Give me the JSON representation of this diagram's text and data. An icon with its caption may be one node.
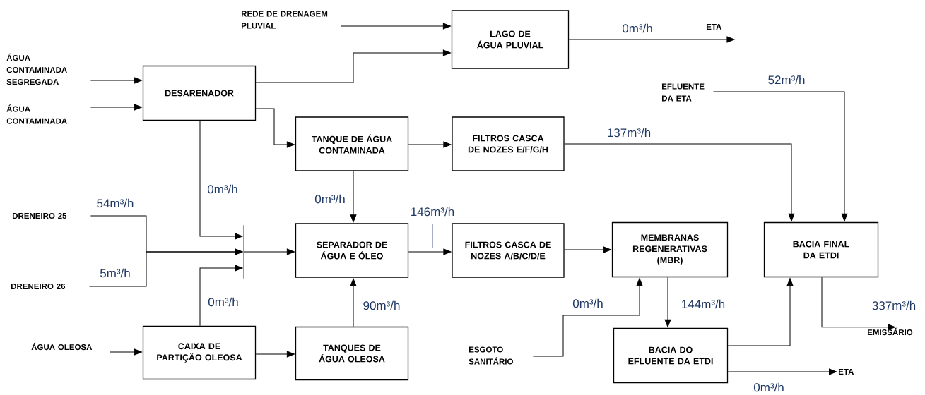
{
  "diagram": {
    "nodes": [
      {
        "text": [
          "LAGO DE ÁGUA PLUVIAL"
        ]
      },
      {
        "text": [
          "DESARENADOR"
        ]
      },
      {
        "text": [
          "TANQUE DE ÁGUA CONTAMINADA"
        ]
      },
      {
        "text": [
          "FILTROS CASCA DE NOZES E/F/G/H"
        ]
      },
      {
        "text": [
          "SEPARADOR DE ÁGUA E ÓLEO"
        ]
      },
      {
        "text": [
          "FILTROS CASCA DE NOZES A/B/C/D/E"
        ]
      },
      {
        "text": [
          "MEMBRANAS REGENERATIVAS (MBR)"
        ]
      },
      {
        "text": [
          "BACIA FINAL DA ETDI"
        ]
      },
      {
        "text": [
          "CAIXA DE PARTIÇÃO OLEOSA"
        ]
      },
      {
        "text": [
          "TANQUES DE ÁGUA OLEOSA"
        ]
      },
      {
        "text": [
          "BACIA DO EFLUENTE DA ETDI"
        ]
      },
      {
        "text": [
          "REDE DE DRENAGEM PLUVIAL"
        ]
      },
      {
        "text": [
          "ÁGUA CONTAMINADA SEGREGADA"
        ]
      },
      {
        "text": [
          "ÁGUA CONTAMINADA"
        ]
      },
      {
        "text": [
          "ETA"
        ]
      },
      {
        "text": [
          "EFLUENTE DA ETA"
        ]
      },
      {
        "text": [
          "DRENEIRO 25"
        ]
      },
      {
        "text": [
          "DRENEIRO 26"
        ]
      },
      {
        "text": [
          "ÁGUA OLEOSA"
        ]
      },
      {
        "text": [
          "ESGOTO SANITÁRIO"
        ]
      },
      {
        "text": [
          "EMISSÁRIO"
        ]
      },
      {
        "text": [
          "ETA"
        ]
      },
      {
        "text": [],
        "shape": "bar"
      }
    ],
    "edges": [
      {
        "from": 11,
        "to": 0,
        "arrow": "to"
      },
      {
        "from": 1,
        "to": 0,
        "arrow": "to"
      },
      {
        "from": 12,
        "to": 1,
        "arrow": "to"
      },
      {
        "from": 13,
        "to": 1,
        "arrow": "to"
      },
      {
        "from": 1,
        "to": 2,
        "arrow": "to"
      },
      {
        "from": 2,
        "to": 3,
        "arrow": "to"
      },
      {
        "from": 3,
        "to": 7,
        "arrow": "to",
        "label": "137m³/h"
      },
      {
        "from": 15,
        "to": 7,
        "arrow": "to",
        "label": "52m³/h"
      },
      {
        "from": 0,
        "to": 14,
        "arrow": "to",
        "label": "0m³/h"
      },
      {
        "from": 1,
        "to": 22,
        "arrow": "to",
        "label": "0m³/h"
      },
      {
        "from": 16,
        "to": 22,
        "arrow": "to",
        "label": "54m³/h"
      },
      {
        "from": 17,
        "to": 22,
        "arrow": "to",
        "label": "5m³/h"
      },
      {
        "from": 8,
        "to": 22,
        "arrow": "to",
        "label": "0m³/h"
      },
      {
        "from": 22,
        "to": 4,
        "arrow": "to"
      },
      {
        "from": 2,
        "to": 4,
        "arrow": "to",
        "label": "0m³/h"
      },
      {
        "from": 9,
        "to": 4,
        "arrow": "to",
        "label": "90m³/h"
      },
      {
        "from": 4,
        "to": 5,
        "arrow": "to",
        "label": "146m³/h"
      },
      {
        "from": 5,
        "to": 6,
        "arrow": "to"
      },
      {
        "from": 19,
        "to": 6,
        "arrow": "to",
        "label": "0m³/h"
      },
      {
        "from": 6,
        "to": 10,
        "arrow": "to",
        "label": "144m³/h"
      },
      {
        "from": 10,
        "to": 7,
        "arrow": "to"
      },
      {
        "from": 10,
        "to": 21,
        "arrow": "to",
        "label": "0m³/h"
      },
      {
        "from": 7,
        "to": 20,
        "arrow": "to",
        "label": "337m³/h"
      },
      {
        "from": 18,
        "to": 8,
        "arrow": "to"
      },
      {
        "from": 8,
        "to": 9,
        "arrow": "to"
      }
    ]
  }
}
